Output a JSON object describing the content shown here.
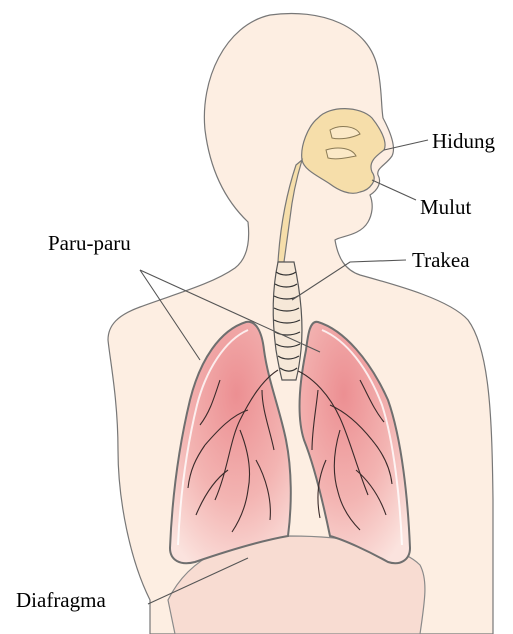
{
  "labels": {
    "hidung": "Hidung",
    "mulut": "Mulut",
    "trakea": "Trakea",
    "paru_paru": "Paru-paru",
    "diafragma": "Diafragma"
  },
  "colors": {
    "skin": "#fdeee2",
    "nasal": "#f6deaa",
    "lung_inner": "#ee9a9a",
    "lung_outer": "#fbe1dc",
    "diaphragm": "#f8dcd2",
    "outline": "#6f6f6f"
  }
}
